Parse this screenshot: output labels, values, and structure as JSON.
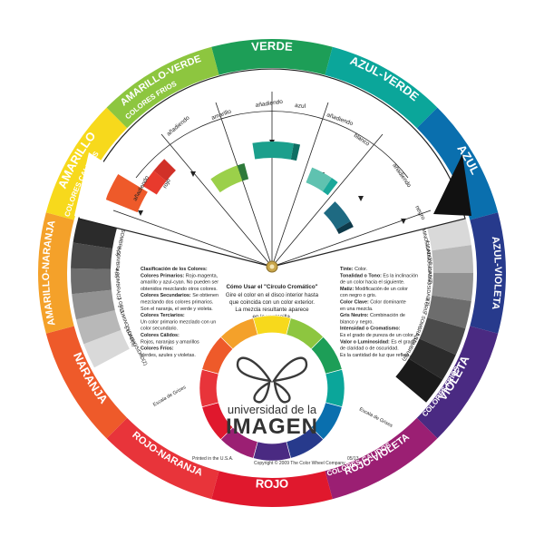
{
  "outer_ring": [
    {
      "label": "VERDE",
      "color": "#1d9e57"
    },
    {
      "label": "AZUL-VERDE",
      "color": "#0ba69a"
    },
    {
      "label": "AZUL",
      "color": "#0a6fae"
    },
    {
      "label": "AZUL-VIOLETA",
      "color": "#273a8c"
    },
    {
      "label": "VIOLETA",
      "color": "#4a2a82"
    },
    {
      "label": "ROJO-VIOLETA",
      "color": "#9b1f73"
    },
    {
      "label": "ROJO",
      "color": "#e0182d"
    },
    {
      "label": "ROJO-NARANJA",
      "color": "#e8343a"
    },
    {
      "label": "NARANJA",
      "color": "#ee5a2a"
    },
    {
      "label": "AMARILLO-NARANJA",
      "color": "#f4a12a"
    },
    {
      "label": "AMARILLO",
      "color": "#f7d91c"
    },
    {
      "label": "AMARILLO-VERDE",
      "color": "#8dc63f"
    }
  ],
  "temperature": {
    "cold": "COLORES FRIOS",
    "warm": "COLORES CALIDOS",
    "cold2": "COLORES FRIOS",
    "warm2": "COLORES CALIDOS"
  },
  "pointers": [
    "añadiendo",
    "rojo",
    "añadiendo",
    "amarillo",
    "añadiendo",
    "azul",
    "añadiendo",
    "blanco",
    "añadiendo",
    "negro"
  ],
  "gray_scale": {
    "left_title": "Escala de Grises",
    "left_items": [
      "6 SOMBRA(3)",
      "5 SOMBRA(2)",
      "4 SOMBRA(1)",
      "3 GRIS",
      "2 LUMINOSIDAD(1)",
      "1 LUMINOSIDAD(2)"
    ],
    "right_title": "Escala de Grises",
    "right_items": [
      "3 LUMINOSIDAD(3)",
      "4 LUMINOSIDAD(2)",
      "5 LUMINOSIDAD(1)",
      "6 GRIS",
      "7 SOMBRA(1)",
      "8 SOMBRA(2)"
    ]
  },
  "left_text": [
    {
      "b": true,
      "t": "Clasificación de los Colores:"
    },
    {
      "b": true,
      "t": "Colores Primarios: ",
      "r": "Rojo-magenta,"
    },
    {
      "b": false,
      "t": "amarillo y azul-cyan. No pueden ser"
    },
    {
      "b": false,
      "t": "obtenidos mezclando otros colores."
    },
    {
      "b": true,
      "t": "Colores Secundarios: ",
      "r": "Se obtienen"
    },
    {
      "b": false,
      "t": "mezclando dos colores primarios."
    },
    {
      "b": false,
      "t": "Son el naranja, el verde y violeta."
    },
    {
      "b": true,
      "t": "Colores Terciarios:"
    },
    {
      "b": false,
      "t": "Un color primario mezclado con un"
    },
    {
      "b": false,
      "t": "color secundario."
    },
    {
      "b": true,
      "t": "Colores Cálidos:"
    },
    {
      "b": false,
      "t": "Rojos, naranjas y amarillos"
    },
    {
      "b": true,
      "t": "Colores Fríos:"
    },
    {
      "b": false,
      "t": "Verdes, azules y violetas."
    }
  ],
  "center_text": {
    "title": "Cómo Usar el \"Círculo Cromático\"",
    "lines": [
      "Gire el color en el disco interior hasta",
      "que coincida con un color exterior.",
      "La mezcla resultante aparece",
      "en la ventanilla."
    ]
  },
  "right_text": [
    {
      "b": true,
      "t": "Tinte: ",
      "r": "Color."
    },
    {
      "b": true,
      "t": "Tonalidad o Tono: ",
      "r": "Es la inclinación"
    },
    {
      "b": false,
      "t": "de un color hacia el siguiente."
    },
    {
      "b": true,
      "t": "Matiz: ",
      "r": "Modificación de un color"
    },
    {
      "b": false,
      "t": "con negro o gris."
    },
    {
      "b": true,
      "t": "Color Clave: ",
      "r": "Color dominante"
    },
    {
      "b": false,
      "t": "en una mezcla."
    },
    {
      "b": true,
      "t": "Gris Neutro: ",
      "r": "Combinación de"
    },
    {
      "b": false,
      "t": "blanco y negro."
    },
    {
      "b": true,
      "t": "Intensidad o Cromatismo:"
    },
    {
      "b": false,
      "t": "Es el grado de pureza de un color."
    },
    {
      "b": true,
      "t": "Valor o Luminosidad: ",
      "r": "Es el grado"
    },
    {
      "b": false,
      "t": "de claridad o de oscuridad."
    },
    {
      "b": false,
      "t": "Es la cantidad de luz que refleja."
    }
  ],
  "logo": {
    "line1": "universidad de la",
    "line2": "IMAGEN"
  },
  "footer": {
    "left": "Printed in the U.S.A.",
    "mid": "Copyright © 2009  The Color Wheel Company",
    "right": "05/13"
  },
  "inner_wheel_colors": [
    "#f7d91c",
    "#8dc63f",
    "#1d9e57",
    "#0ba69a",
    "#0a6fae",
    "#273a8c",
    "#4a2a82",
    "#9b1f73",
    "#e0182d",
    "#e8343a",
    "#ee5a2a",
    "#f4a12a"
  ]
}
